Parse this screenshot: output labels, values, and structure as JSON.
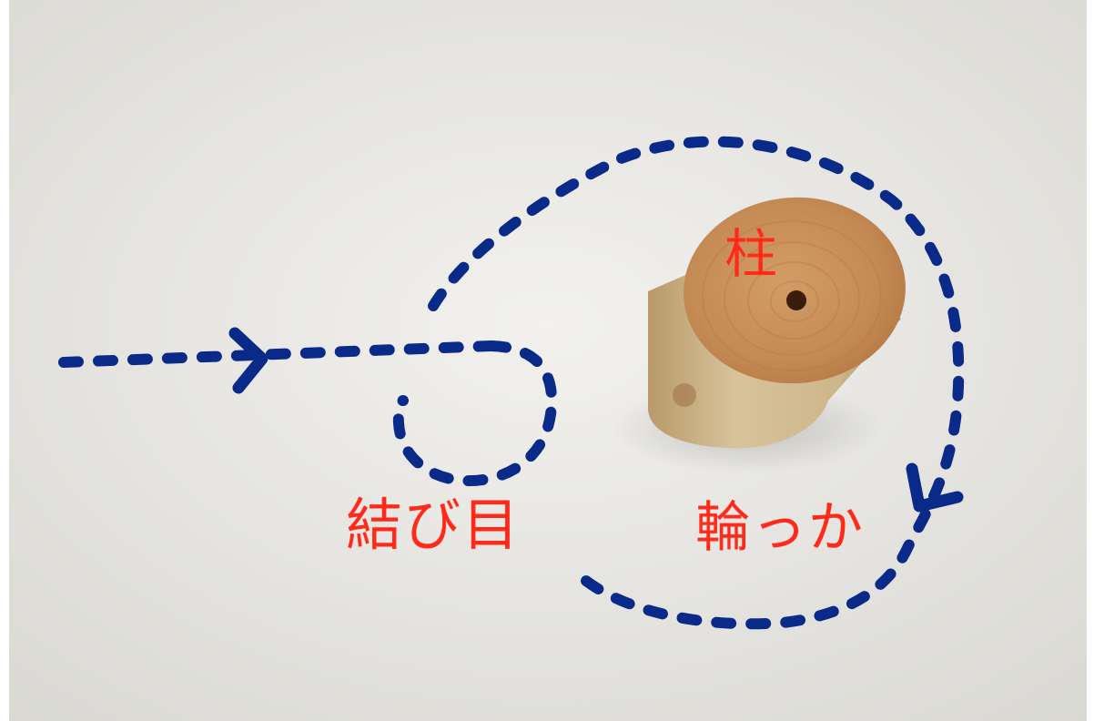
{
  "labels": {
    "post": "柱",
    "knot": "結び目",
    "loop": "輪っか"
  },
  "colors": {
    "label_text": "#ff2a1a",
    "rope_path": "#0a2a8a",
    "paper": "#ecebe7",
    "wood_top": "#c9905a",
    "wood_side": "#cdb68e"
  }
}
